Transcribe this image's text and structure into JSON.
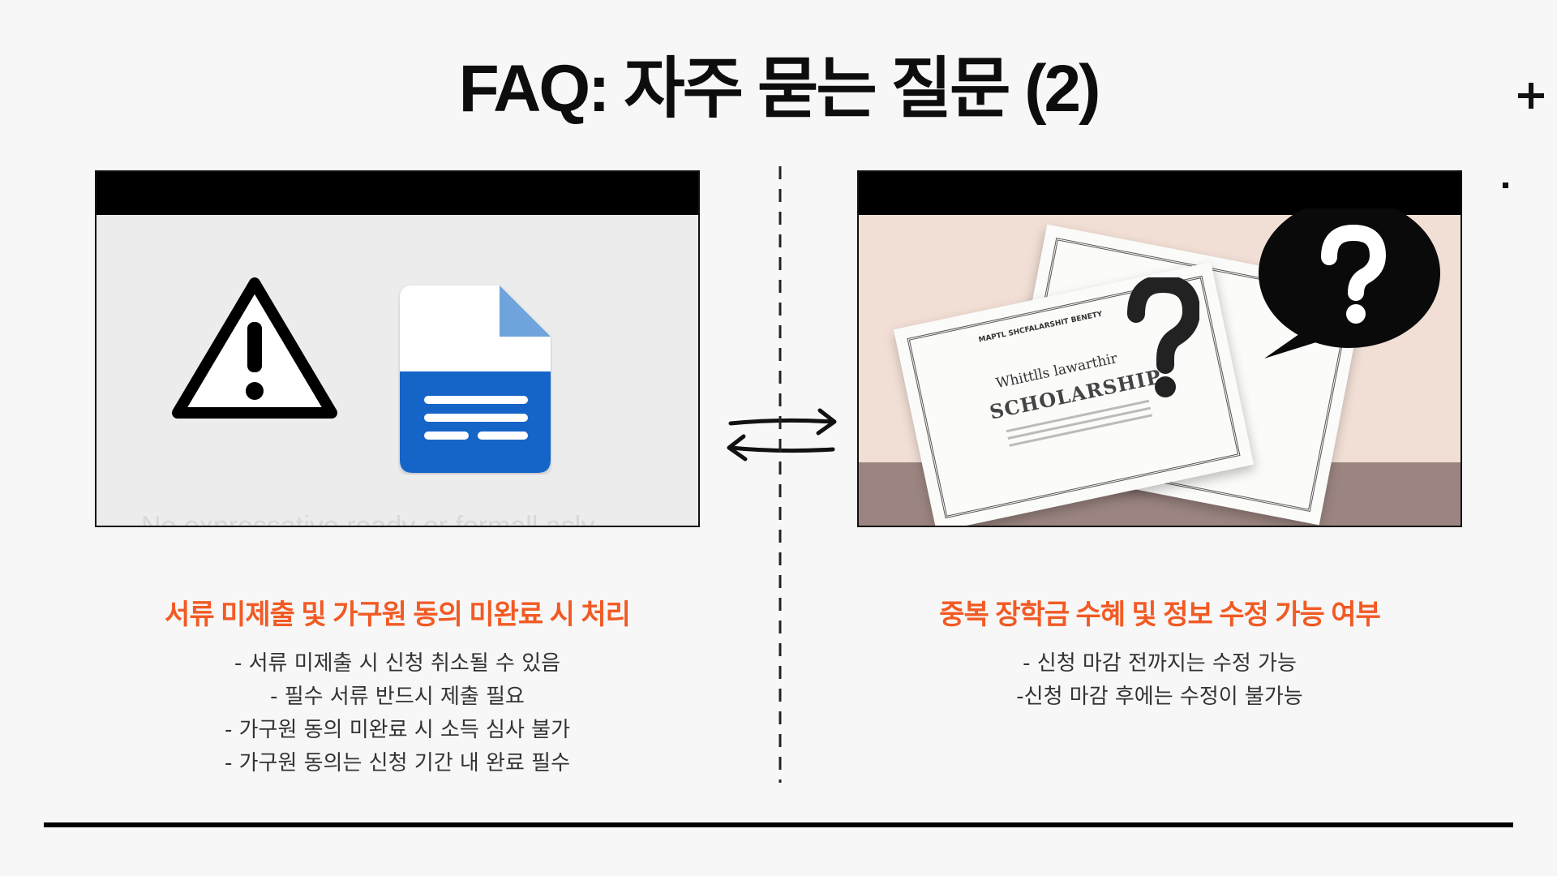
{
  "title": "FAQ: 자주 묻는 질문 (2)",
  "left": {
    "image_caption": "No expressative ready or formall asly",
    "heading": "서류 미제출 및 가구원 동의 미완료 시 처리",
    "bullets": [
      "- 서류 미제출 시 신청 취소될 수 있음",
      "- 필수 서류 반드시 제출 필요",
      "- 가구원 동의 미완료 시 소득 심사 불가",
      "- 가구원 동의는 신청 기간 내 완료 필수"
    ]
  },
  "right": {
    "certificate": {
      "header": "MAPTL SHCFALARSHIT BENETY",
      "name": "Whittlls lawarthir",
      "title": "SCHOLARSHIP"
    },
    "heading": "중복 장학금 수혜 및 정보 수정 가능 여부",
    "bullets": [
      "- 신청 마감 전까지는 수정 가능",
      "-신청 마감 후에는 수정이 불가능"
    ]
  },
  "icons": {
    "plus": "plus-icon",
    "warning": "warning-icon",
    "document": "document-icon",
    "question": "question-mark-icon",
    "speech_bubble": "speech-bubble-icon",
    "swap": "swap-arrows-icon"
  },
  "colors": {
    "accent": "#f25a24",
    "text": "#333333",
    "background": "#f7f7f7",
    "document_blue": "#1565c8"
  }
}
